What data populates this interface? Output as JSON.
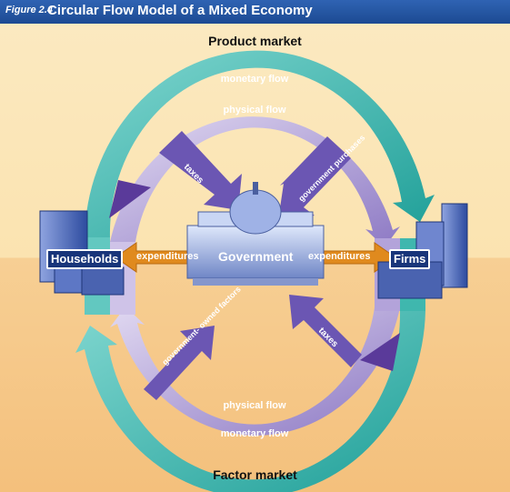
{
  "figure": {
    "label": "Figure 2.4",
    "title": "Circular Flow Model of a Mixed Economy"
  },
  "markets": {
    "top": "Product market",
    "bottom": "Factor market"
  },
  "nodes": {
    "households": "Households",
    "firms": "Firms",
    "government": "Government"
  },
  "flows": {
    "outer_top": "monetary flow",
    "inner_top": "physical flow",
    "inner_bottom": "physical flow",
    "outer_bottom": "monetary flow",
    "taxes_top": "taxes",
    "gov_purchases": "government purchases",
    "gov_owned_factors": "government- owned factors",
    "taxes_bottom": "taxes",
    "expenditures_left": "expenditures",
    "expenditures_right": "expenditures"
  },
  "colors": {
    "title_bar": "#1f4f9a",
    "background_top": "#fbe6b8",
    "background_bottom": "#f6c98a",
    "monetary_flow": "#2fb7b0",
    "physical_flow": "#b7a8d8",
    "purple_arrow": "#5a3a9a",
    "expenditure_arrow": "#e08a1e"
  }
}
